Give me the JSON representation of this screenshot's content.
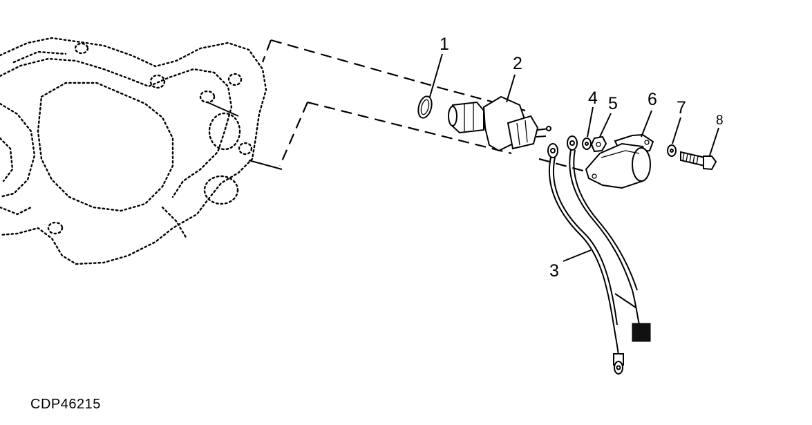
{
  "figure_id": "CDP46215",
  "callouts": [
    {
      "label": "1"
    },
    {
      "label": "2"
    },
    {
      "label": "3"
    },
    {
      "label": "4"
    },
    {
      "label": "5"
    },
    {
      "label": "6"
    },
    {
      "label": "7"
    },
    {
      "label": "8"
    }
  ]
}
